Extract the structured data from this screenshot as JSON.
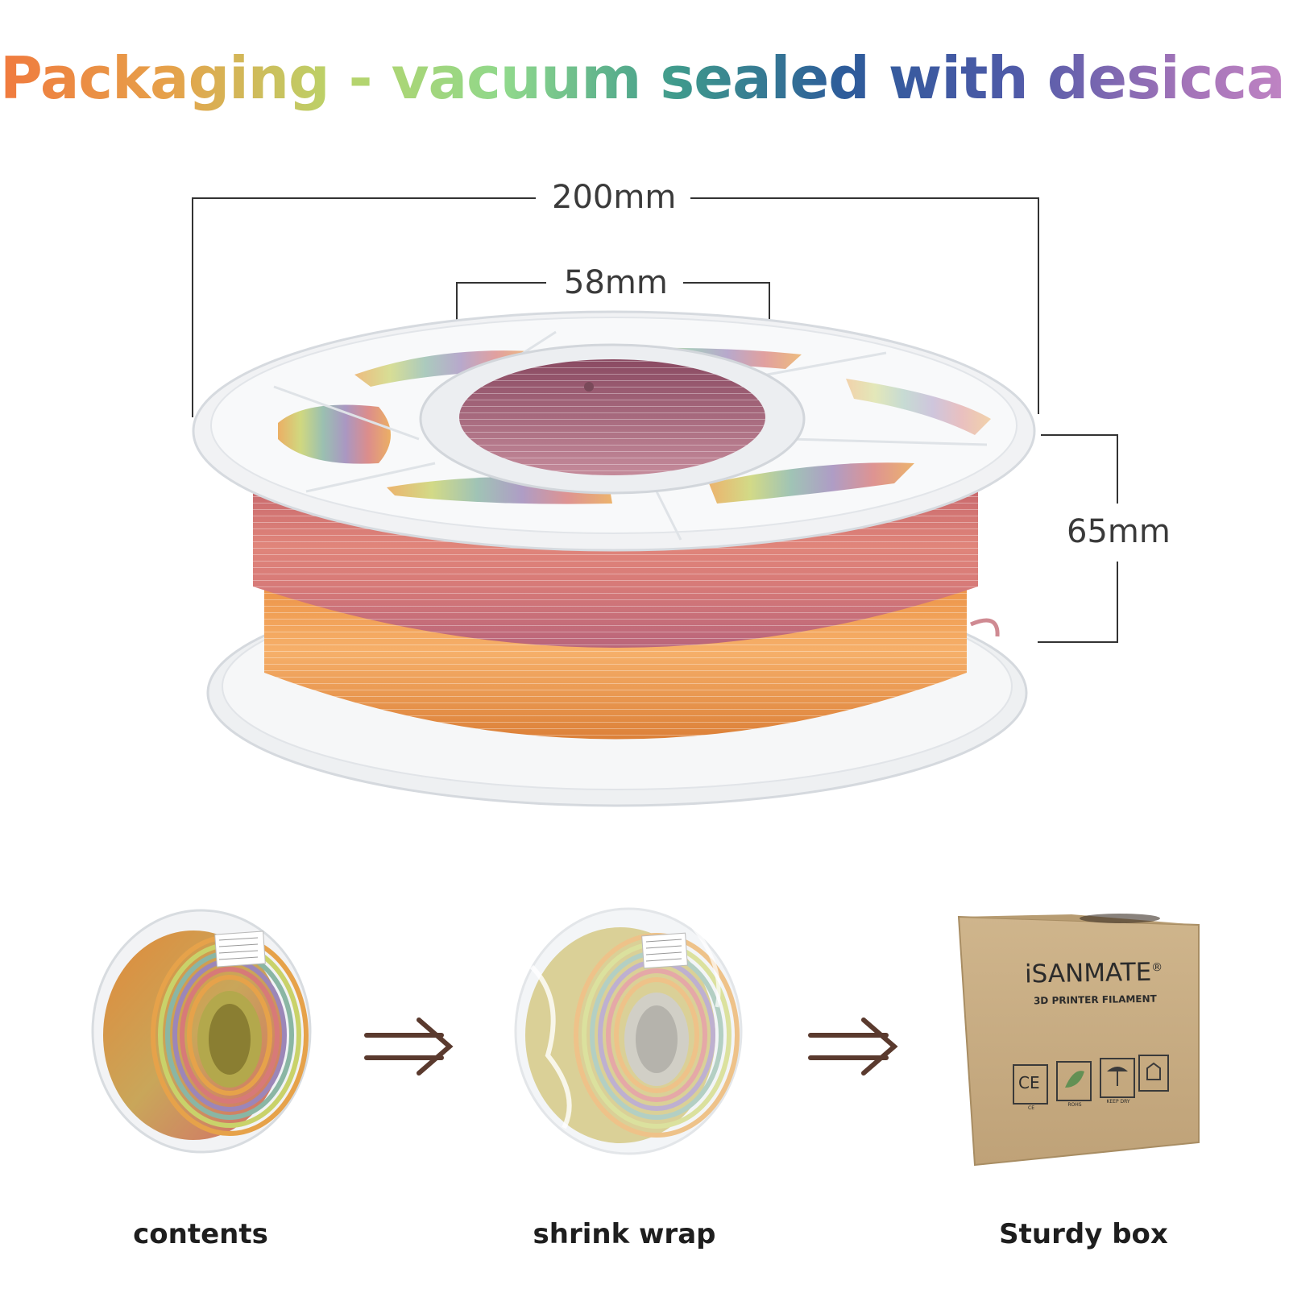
{
  "title": {
    "text": "Packaging - vacuum sealed with desiccant",
    "gradient": [
      "#f07a3e",
      "#e6a14a",
      "#b9d46a",
      "#8fd88c",
      "#3f9a8c",
      "#2d5b9a",
      "#4e5aa8",
      "#a273b8",
      "#d38fcb"
    ]
  },
  "dimensions": {
    "outer_diameter": "200mm",
    "inner_diameter": "58mm",
    "width": "65mm"
  },
  "steps": [
    {
      "label": "contents"
    },
    {
      "label": "shrink wrap"
    },
    {
      "label": "Sturdy box"
    }
  ],
  "box": {
    "brand": "iSANMATE",
    "registered_mark": "®",
    "subtitle": "3D PRINTER FILAMENT",
    "cert_ce": "CE",
    "cert_labels": [
      "CE",
      "ROHS",
      "KEEP DRY",
      ""
    ]
  },
  "colors": {
    "dimension_line": "#333333",
    "arrow": "#5a3a2e",
    "box_cardboard": "#c9ad84"
  }
}
